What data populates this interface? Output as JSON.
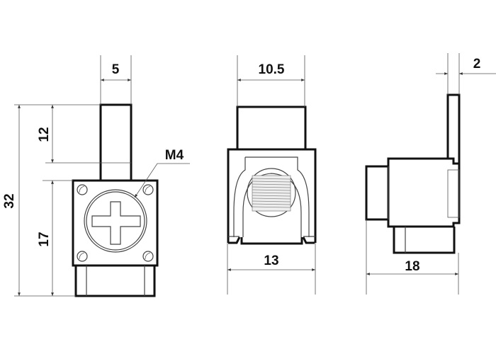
{
  "drawing": {
    "front_view": {
      "width_label": "5",
      "top_height_label": "12",
      "body_height_label": "17",
      "total_height_label": "32",
      "screw_label": "M4"
    },
    "side_view": {
      "top_width_label": "10.5",
      "body_width_label": "13"
    },
    "profile_view": {
      "tab_thickness_label": "2",
      "depth_label": "18"
    }
  }
}
